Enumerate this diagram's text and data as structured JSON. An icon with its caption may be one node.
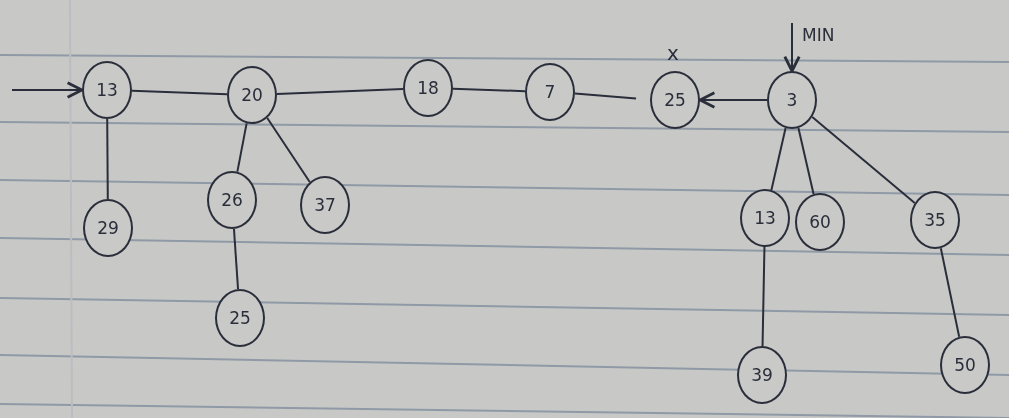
{
  "diagram": {
    "nodes": [
      {
        "text": [
          "13"
        ]
      },
      {
        "text": [
          "20"
        ]
      },
      {
        "text": [
          "18"
        ]
      },
      {
        "text": [
          "7"
        ]
      },
      {
        "text": [
          "25"
        ],
        "beside": [
          "x"
        ]
      },
      {
        "text": [
          "3"
        ]
      },
      {
        "text": [
          "29"
        ]
      },
      {
        "text": [
          "26"
        ]
      },
      {
        "text": [
          "37"
        ]
      },
      {
        "text": [
          "25"
        ]
      },
      {
        "text": [
          "13"
        ]
      },
      {
        "text": [
          "60"
        ]
      },
      {
        "text": [
          "35"
        ]
      },
      {
        "text": [
          "39"
        ]
      },
      {
        "text": [
          "50"
        ]
      }
    ],
    "edges": [
      {
        "from": null,
        "to": 0,
        "arrow": "to"
      },
      {
        "from": 0,
        "to": 1,
        "arrow": "none"
      },
      {
        "from": 1,
        "to": 2,
        "arrow": "none"
      },
      {
        "from": 2,
        "to": 3,
        "arrow": "none"
      },
      {
        "from": 3,
        "to": 4,
        "arrow": "none"
      },
      {
        "from": 5,
        "to": 4,
        "arrow": "to"
      },
      {
        "from": 0,
        "to": 6,
        "arrow": "none"
      },
      {
        "from": 1,
        "to": 7,
        "arrow": "none"
      },
      {
        "from": 1,
        "to": 8,
        "arrow": "none"
      },
      {
        "from": 7,
        "to": 9,
        "arrow": "none"
      },
      {
        "from": 5,
        "to": 10,
        "arrow": "none"
      },
      {
        "from": 5,
        "to": 11,
        "arrow": "none"
      },
      {
        "from": 5,
        "to": 12,
        "arrow": "none"
      },
      {
        "from": 10,
        "to": 13,
        "arrow": "none"
      },
      {
        "from": 12,
        "to": 14,
        "arrow": "none"
      },
      {
        "from": null,
        "to": 5,
        "arrow": "to",
        "label": "MIN"
      }
    ]
  }
}
